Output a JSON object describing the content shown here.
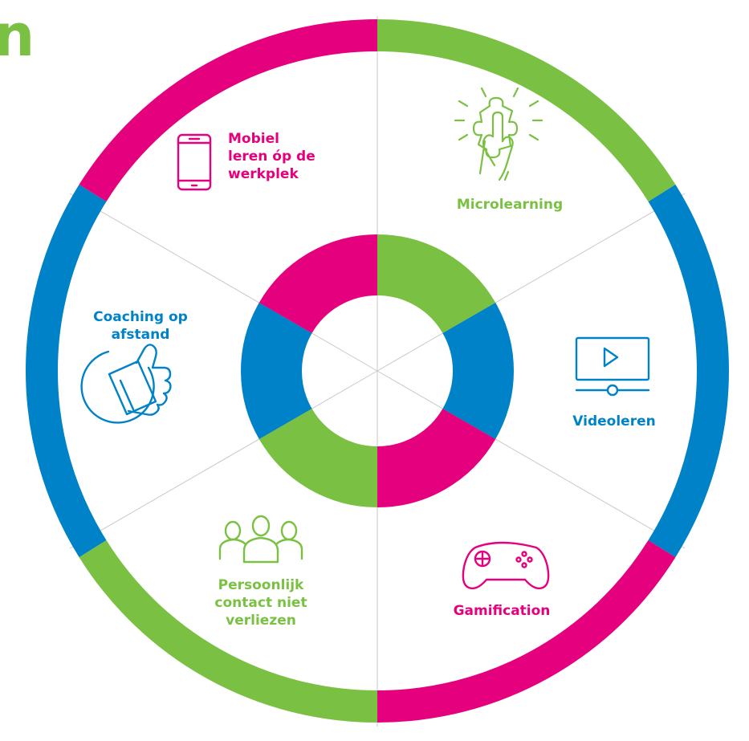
{
  "colors": {
    "green": "#7ac143",
    "blue": "#0082c8",
    "pink": "#e5007e",
    "divider": "#c8c8c8"
  },
  "header_fragment": "n",
  "segments": [
    {
      "id": "microlearning",
      "label": "Microlearning",
      "icon": "puzzle-hand-icon",
      "color": "#7ac143"
    },
    {
      "id": "videoleren",
      "label": "Videoleren",
      "icon": "video-player-icon",
      "color": "#0082c8"
    },
    {
      "id": "gamification",
      "label": "Gamification",
      "icon": "gamepad-icon",
      "color": "#e5007e"
    },
    {
      "id": "persoonlijk",
      "label": "Persoonlijk\ncontact niet\nverliezen",
      "icon": "group-people-icon",
      "color": "#7ac143"
    },
    {
      "id": "coaching",
      "label": "Coaching op\nafstand",
      "icon": "thumbs-up-icon",
      "color": "#0082c8"
    },
    {
      "id": "mobiel",
      "label": "Mobiel\nleren óp de\nwerkplek",
      "icon": "smartphone-icon",
      "color": "#e5007e"
    }
  ],
  "outer_ring_arcs": [
    "#7ac143",
    "#0082c8",
    "#e5007e",
    "#7ac143",
    "#0082c8",
    "#e5007e",
    "#0082c8"
  ],
  "inner_ring_arcs": [
    "#7ac143",
    "#0082c8",
    "#e5007e",
    "#7ac143",
    "#0082c8",
    "#e5007e"
  ]
}
